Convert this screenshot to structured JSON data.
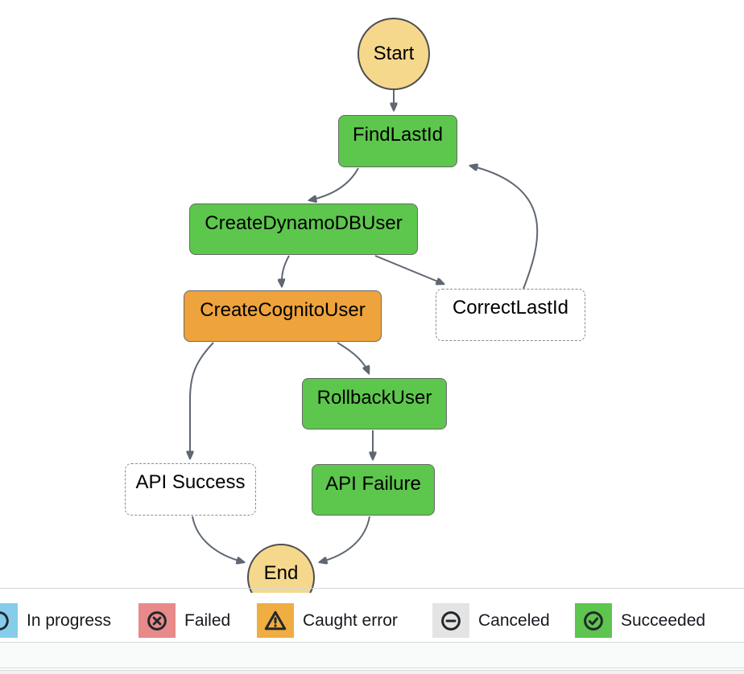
{
  "workflow": {
    "nodes": {
      "start": "Start",
      "find_last_id": "FindLastId",
      "create_dynamodb_user": "CreateDynamoDBUser",
      "create_cognito_user": "CreateCognitoUser",
      "correct_last_id": "CorrectLastId",
      "rollback_user": "RollbackUser",
      "api_success": "API Success",
      "api_failure": "API Failure",
      "end": "End"
    },
    "colors": {
      "succeeded": "#5dc64d",
      "caught-error": "#eea33c",
      "terminal": "#f6d88c",
      "not-executed": "#ffffff",
      "edge": "#5f6772"
    }
  },
  "legend": {
    "items": [
      {
        "label": "In progress",
        "color": "#85cdea",
        "icon": "in-progress-icon"
      },
      {
        "label": "Failed",
        "color": "#e8898a",
        "icon": "failed-icon"
      },
      {
        "label": "Caught error",
        "color": "#f0ad41",
        "icon": "caught-error-icon"
      },
      {
        "label": "Canceled",
        "color": "#e4e4e4",
        "icon": "canceled-icon"
      },
      {
        "label": "Succeeded",
        "color": "#5ec54e",
        "icon": "succeeded-icon"
      }
    ]
  }
}
